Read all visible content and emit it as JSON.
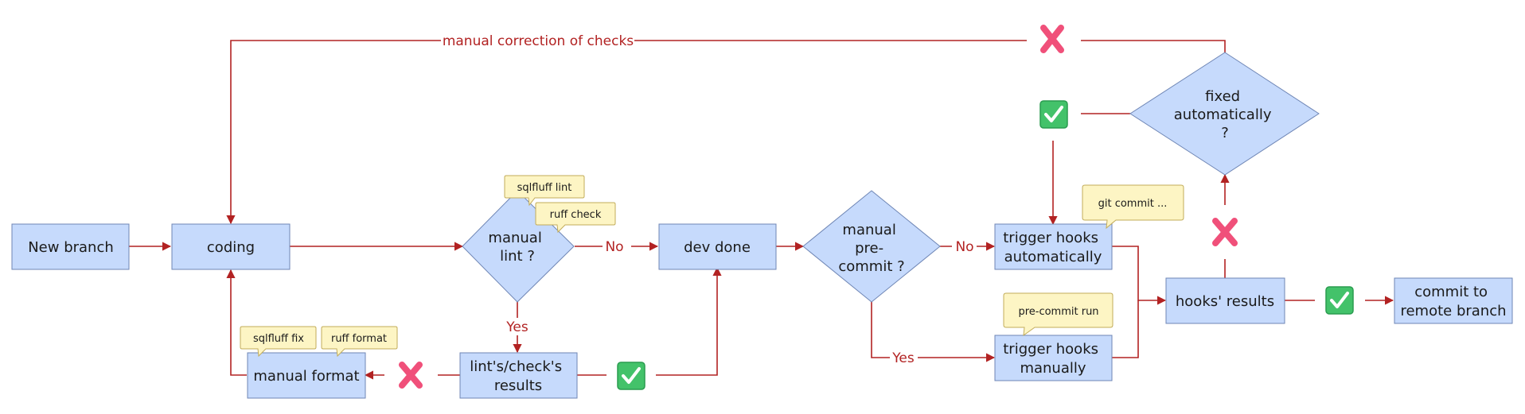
{
  "nodes": {
    "new_branch": [
      "New branch"
    ],
    "coding": [
      "coding"
    ],
    "manual_lint": [
      "manual",
      "lint ?"
    ],
    "dev_done": [
      "dev done"
    ],
    "manual_precommit": [
      "manual",
      "pre-",
      "commit ?"
    ],
    "trigger_auto": [
      "trigger hooks",
      "automatically"
    ],
    "trigger_manual": [
      "trigger hooks",
      "manually"
    ],
    "hooks_results": [
      "hooks' results"
    ],
    "commit_remote": [
      "commit to",
      "remote branch"
    ],
    "fixed_auto": [
      "fixed",
      "automatically",
      "?"
    ],
    "lint_results": [
      "lint's/check's",
      "results"
    ],
    "manual_format": [
      "manual format"
    ]
  },
  "edge_labels": {
    "manual_correction": "manual correction of checks",
    "lint_no": "No",
    "lint_yes": "Yes",
    "precommit_no": "No",
    "precommit_yes": "Yes"
  },
  "notes": {
    "sqlfluff_lint": "sqlfluff lint",
    "ruff_check": "ruff check",
    "git_commit": "git commit ...",
    "precommit_run": "pre-commit run",
    "sqlfluff_fix": "sqlfluff fix",
    "ruff_format": "ruff format"
  },
  "colors": {
    "node_fill": "#c6dafc",
    "node_stroke": "#6f86b5",
    "edge": "#b22222",
    "note_fill": "#fdf5c4",
    "note_stroke": "#c2ac5a",
    "cross": "#f0507a",
    "check_fill": "#43c26a"
  },
  "icons": [
    "cross-icon",
    "checkmark-icon"
  ]
}
